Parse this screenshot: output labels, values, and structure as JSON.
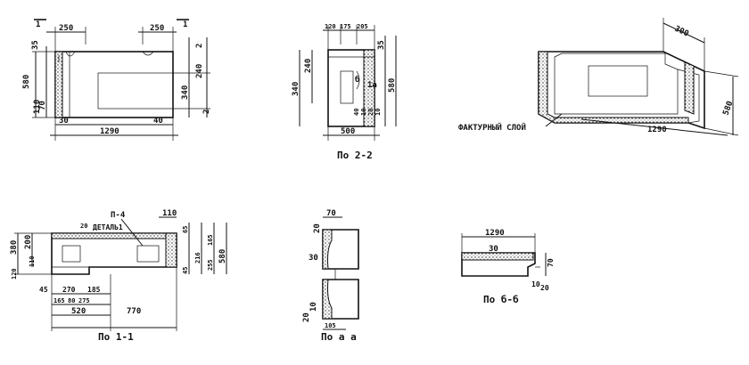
{
  "views": {
    "front": {
      "top_left": "250",
      "top_right": "250",
      "mark_left": "1",
      "mark_right": "1",
      "left_35": "35",
      "left_580": "580",
      "left_110": "110",
      "left_70": "70",
      "right_2a": "2",
      "right_240": "240",
      "right_340": "340",
      "right_2b": "2",
      "bot_30": "30",
      "bot_40": "40",
      "bot_1290": "1290"
    },
    "section22": {
      "top_a": "120",
      "top_b": "175",
      "top_c": "205",
      "left_240": "240",
      "left_340": "340",
      "right_35": "35",
      "right_580": "580",
      "label_b": "б",
      "label_1a": "1а",
      "small_40": "40",
      "small_10": "10",
      "small_20": "20",
      "small_10b": "10",
      "bot_500": "500",
      "caption": "По 2-2"
    },
    "iso": {
      "dim_300": "300",
      "dim_580": "580",
      "dim_1290": "1290",
      "layer_label": "ФАКТУРНЫЙ СЛОЙ"
    },
    "plan11": {
      "p4": "П-4",
      "detail": "ДЕТАЛЬ1",
      "d20": "20",
      "d110": "110",
      "left_380": "380",
      "left_200": "200",
      "left_110": "110",
      "left_120": "120",
      "r65": "65",
      "r165": "165",
      "r216": "216",
      "r255": "255",
      "r580": "580",
      "r45": "45",
      "b45": "45",
      "b270": "270",
      "b185": "185",
      "b165": "165",
      "b80": "80",
      "b275": "275",
      "b520": "520",
      "b770": "770",
      "caption": "По 1-1"
    },
    "detailA": {
      "top_70": "70",
      "l20": "20",
      "l30": "30",
      "l20b": "20",
      "l10": "10",
      "bot_105": "105",
      "caption": "По а а"
    },
    "sectionBB": {
      "top_1290": "1290",
      "mid_30": "30",
      "r70": "70",
      "b10": "10",
      "b20": "20",
      "caption": "По б-б"
    }
  }
}
